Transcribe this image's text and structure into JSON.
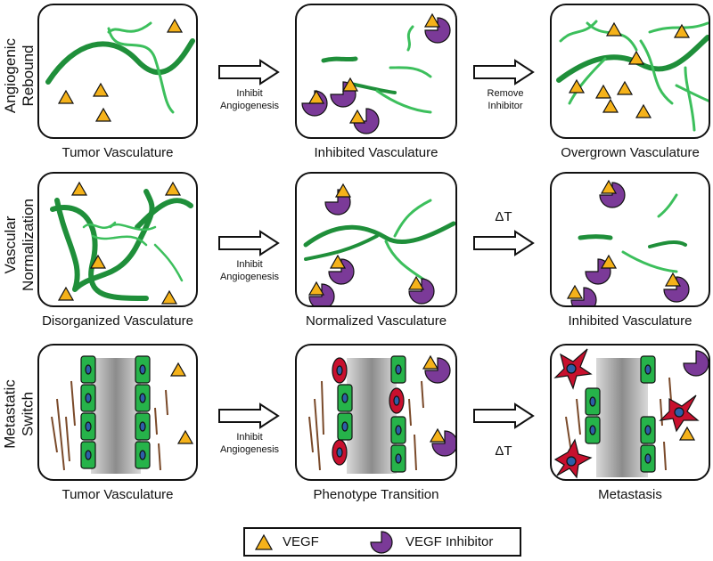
{
  "rows": [
    {
      "label": "Angiogenic\nRebound",
      "panels": [
        "Tumor Vasculature",
        "Inhibited Vasculature",
        "Overgrown Vasculature"
      ],
      "arrows": [
        "Inhibit\nAngiogenesis",
        "Remove\nInhibitor"
      ]
    },
    {
      "label": "Vascular\nNormalization",
      "panels": [
        "Disorganized Vasculature",
        "Normalized Vasculature",
        "Inhibited Vasculature"
      ],
      "arrows": [
        "Inhibit\nAngiogenesis",
        "ΔT"
      ]
    },
    {
      "label": "Metastatic\nSwitch",
      "panels": [
        "Tumor Vasculature",
        "Phenotype Transition",
        "Metastasis"
      ],
      "arrows": [
        "Inhibit\nAngiogenesis",
        "ΔT"
      ]
    }
  ],
  "legend": {
    "vegf": "VEGF",
    "inhibitor": "VEGF Inhibitor"
  },
  "colors": {
    "vessel_dark": "#1f8f3a",
    "vessel_light": "#3cbf5c",
    "vegf_fill": "#f5b21a",
    "inhibitor_fill": "#7b3a98",
    "endothelial": "#26b34a",
    "nucleus": "#2d5fa8",
    "cancer_cell": "#c8102e",
    "stroma": "#7a4a2a"
  }
}
